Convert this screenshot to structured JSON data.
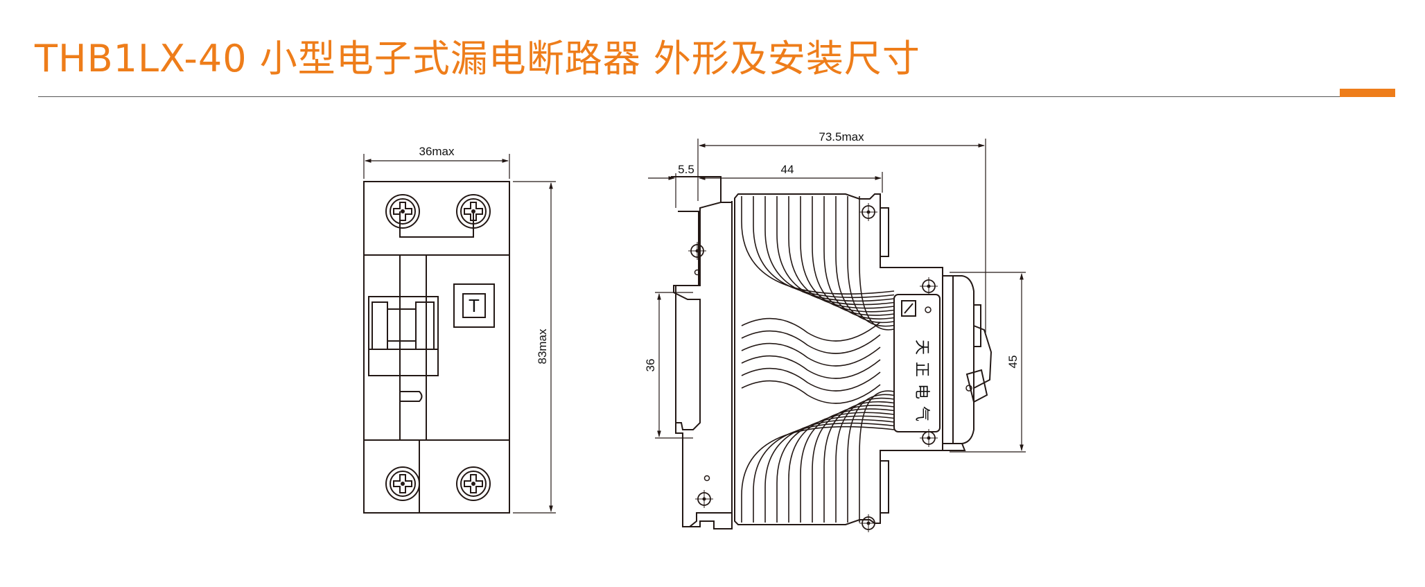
{
  "title": "THB1LX-40 小型电子式漏电断路器  外形及安装尺寸",
  "colors": {
    "accent": "#EE7D1A",
    "line": "#231815"
  },
  "front_view": {
    "width_label": "36max",
    "height_label": "83max",
    "test_button_label": "T"
  },
  "side_view": {
    "overall_depth_label": "73.5max",
    "offset_label": "5.5",
    "body_depth_label": "44",
    "rail_height_label": "36",
    "face_height_label": "45",
    "brand_chars": [
      "天",
      "正",
      "电",
      "气"
    ]
  }
}
